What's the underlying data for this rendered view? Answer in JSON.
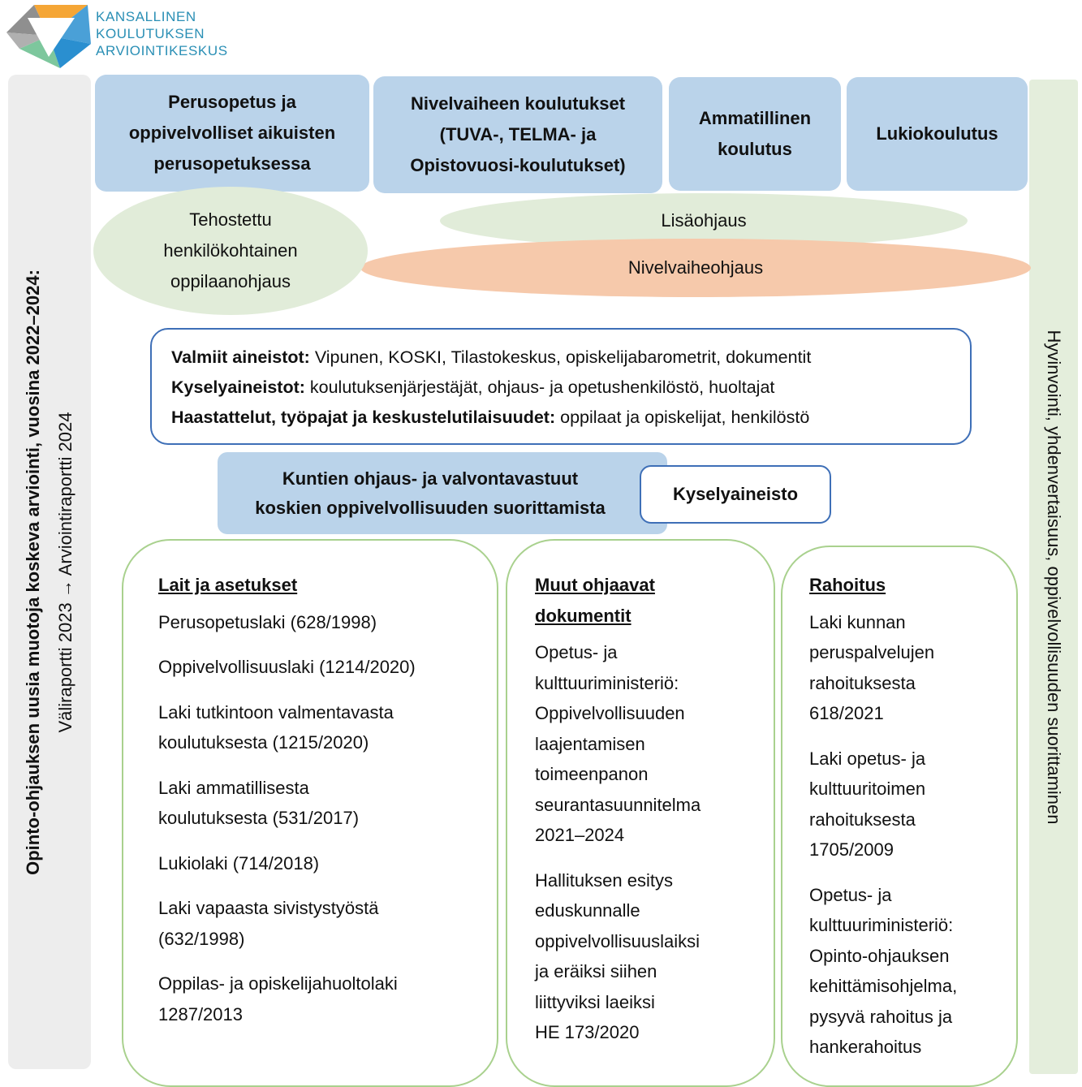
{
  "logo": {
    "lines": [
      "KANSALLINEN",
      "KOULUTUKSEN",
      "ARVIOINTIKESKUS"
    ],
    "colors": {
      "orange": "#f5a636",
      "green": "#7dc79d",
      "blue": "#2a8fd0",
      "gray": "#8f8f8f",
      "text": "#2a8fb5"
    }
  },
  "left_band": {
    "title": "Opinto-ohjauksen uusia muotoja koskeva arviointi, vuosina 2022–2024:",
    "subtitle": "Väliraportti 2023 → Arviointiraportti 2024"
  },
  "right_band": {
    "text": "Hyvinvointi, yhdenvertaisuus, oppivelvollisuuden suorittaminen"
  },
  "education_levels": [
    "Perusopetus ja\noppivelvolliset aikuisten\nperusopetuksessa",
    "Nivelvaiheen koulutukset\n(TUVA-, TELMA- ja\nOpistovuosi-koulutukset)",
    "Ammatillinen\nkoulutus",
    "Lukiokoulutus"
  ],
  "guidance_forms": {
    "intensified": "Tehostettu\nhenkilökohtainen\noppilaanohjaus",
    "additional": "Lisäohjaus",
    "transition": "Nivelvaiheohjaus"
  },
  "data_sources": [
    {
      "label": "Valmiit aineistot:",
      "text": " Vipunen, KOSKI, Tilastokeskus, opiskelijabarometrit, dokumentit"
    },
    {
      "label": "Kyselyaineistot:",
      "text": " koulutuksenjärjestäjät, ohjaus- ja opetushenkilöstö, huoltajat"
    },
    {
      "label": "Haastattelut, työpajat ja keskustelutilaisuudet:",
      "text": " oppilaat ja opiskelijat, henkilöstö"
    }
  ],
  "municipal": {
    "text": "Kuntien ohjaus- ja valvontavastuut\nkoskien oppivelvollisuuden suorittamista",
    "survey": "Kyselyaineisto"
  },
  "frameworks": [
    {
      "title": "Lait ja asetukset",
      "items": [
        "Perusopetuslaki (628/1998)",
        "Oppivelvollisuuslaki (1214/2020)",
        "Laki tutkintoon valmentavasta\nkoulutuksesta (1215/2020)",
        "Laki ammatillisesta\nkoulutuksesta (531/2017)",
        "Lukiolaki (714/2018)",
        "Laki vapaasta sivistystyöstä\n(632/1998)",
        "Oppilas- ja opiskelijahuoltolaki\n1287/2013"
      ]
    },
    {
      "title": "Muut ohjaavat\ndokumentit",
      "items": [
        "Opetus- ja\nkulttuuriministeriö:\nOppivelvollisuuden\nlaajentamisen\ntoimeenpanon\nseurantasuunnitelma\n2021–2024",
        "Hallituksen esitys\neduskunnalle\noppivelvollisuuslaiksi\nja eräiksi siihen\nliittyviksi laeiksi\nHE 173/2020"
      ]
    },
    {
      "title": "Rahoitus",
      "items": [
        "Laki kunnan\nperuspalvelujen\nrahoituksesta\n618/2021",
        "Laki opetus- ja\nkulttuuritoimen\nrahoituksesta\n1705/2009",
        "Opetus- ja\nkulttuuriministeriö:\nOpinto-ohjauksen\nkehittämisohjelma,\npysyvä rahoitus ja\nhankerahoitus"
      ]
    }
  ],
  "colors": {
    "blue_box": "#bad3ea",
    "green_oval": "#e1ecd9",
    "salmon_oval": "#f6c9ab",
    "border_blue": "#3e6fb7",
    "border_green": "#a9d18e",
    "side_gray": "#ededed",
    "side_green": "#e4eedc"
  }
}
